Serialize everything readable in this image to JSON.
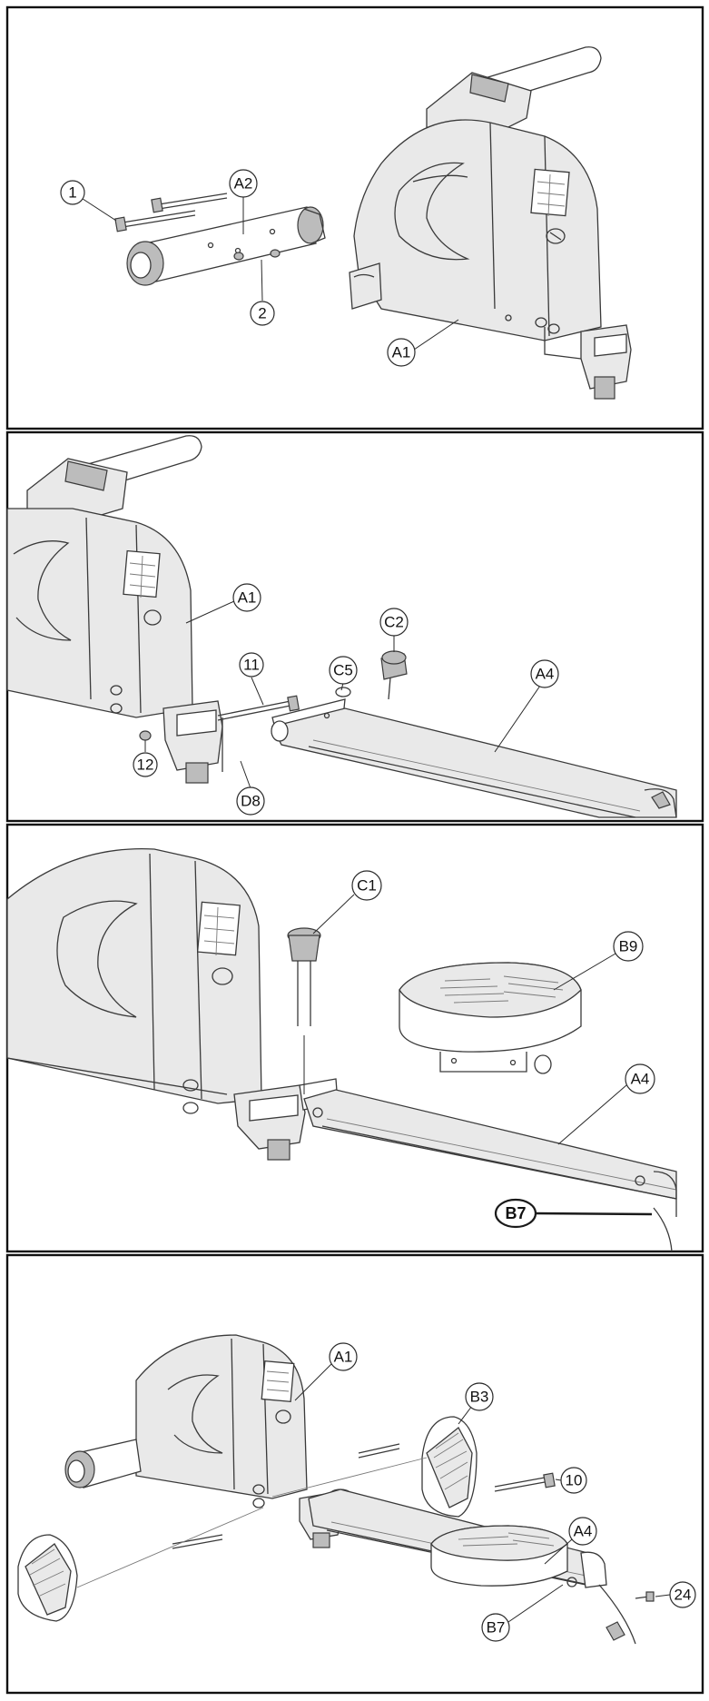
{
  "panels": [
    {
      "callouts": {
        "c1": "1",
        "c2": "A2",
        "c3": "2",
        "c4": "A1"
      }
    },
    {
      "callouts": {
        "c1": "A1",
        "c2": "11",
        "c3": "C5",
        "c4": "C2",
        "c5": "A4",
        "c6": "12",
        "c7": "D8"
      }
    },
    {
      "callouts": {
        "c1": "C1",
        "c2": "B9",
        "c3": "A4",
        "c4": "B7"
      }
    },
    {
      "callouts": {
        "c1": "A1",
        "c2": "B3",
        "c3": "10",
        "c4": "A4",
        "c5": "24",
        "c6": "B7"
      }
    }
  ]
}
